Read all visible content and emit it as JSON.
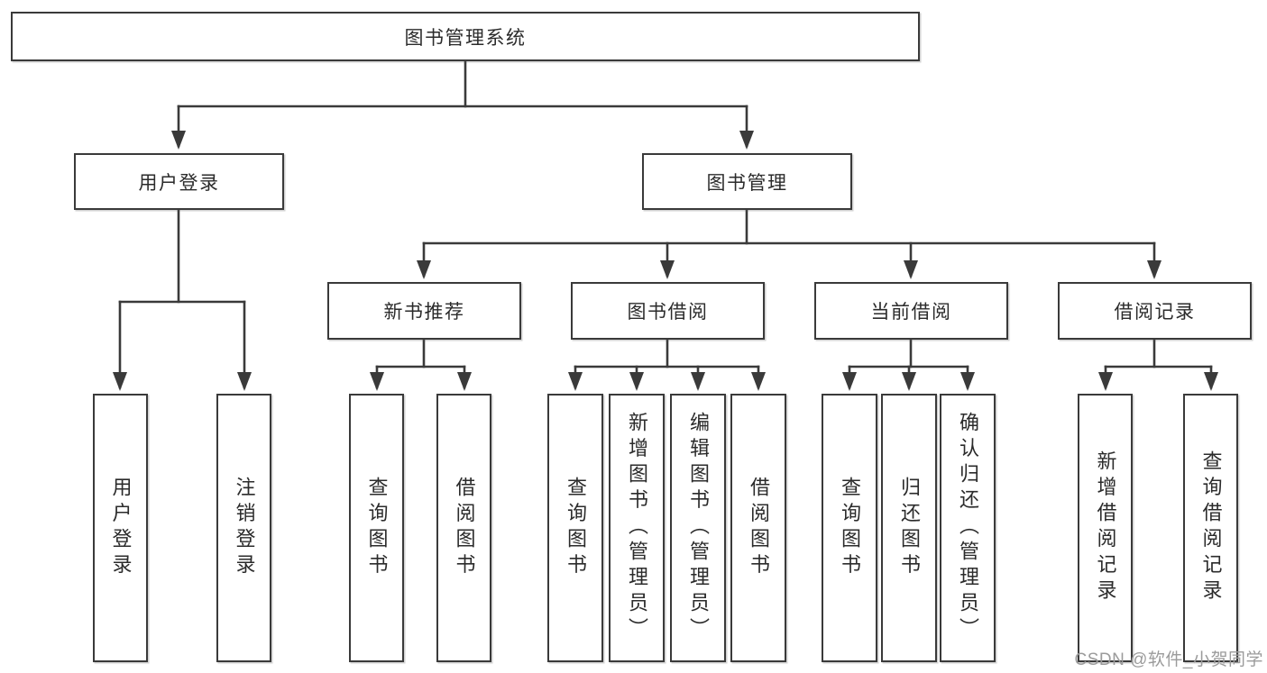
{
  "title": "图书管理系统",
  "watermark": "CSDN @软件_小贺同学",
  "colors": {
    "line": "#3a3a3a",
    "box_border": "#3a3a3a",
    "box_bg": "#ffffff",
    "text": "#2b2b2b",
    "watermark": "#9b9b9b"
  },
  "tree": {
    "root": {
      "label": "图书管理系统"
    },
    "children": [
      {
        "label": "用户登录",
        "children": [
          {
            "label": "用户登录"
          },
          {
            "label": "注销登录"
          }
        ]
      },
      {
        "label": "图书管理",
        "children": [
          {
            "label": "新书推荐",
            "children": [
              {
                "label": "查询图书"
              },
              {
                "label": "借阅图书"
              }
            ]
          },
          {
            "label": "图书借阅",
            "children": [
              {
                "label": "查询图书"
              },
              {
                "label": "新增图书（管理员）"
              },
              {
                "label": "编辑图书（管理员）"
              },
              {
                "label": "借阅图书"
              }
            ]
          },
          {
            "label": "当前借阅",
            "children": [
              {
                "label": "查询图书"
              },
              {
                "label": "归还图书"
              },
              {
                "label": "确认归还（管理员）"
              }
            ]
          },
          {
            "label": "借阅记录",
            "children": [
              {
                "label": "新增借阅记录"
              },
              {
                "label": "查询借阅记录"
              }
            ]
          }
        ]
      }
    ]
  }
}
